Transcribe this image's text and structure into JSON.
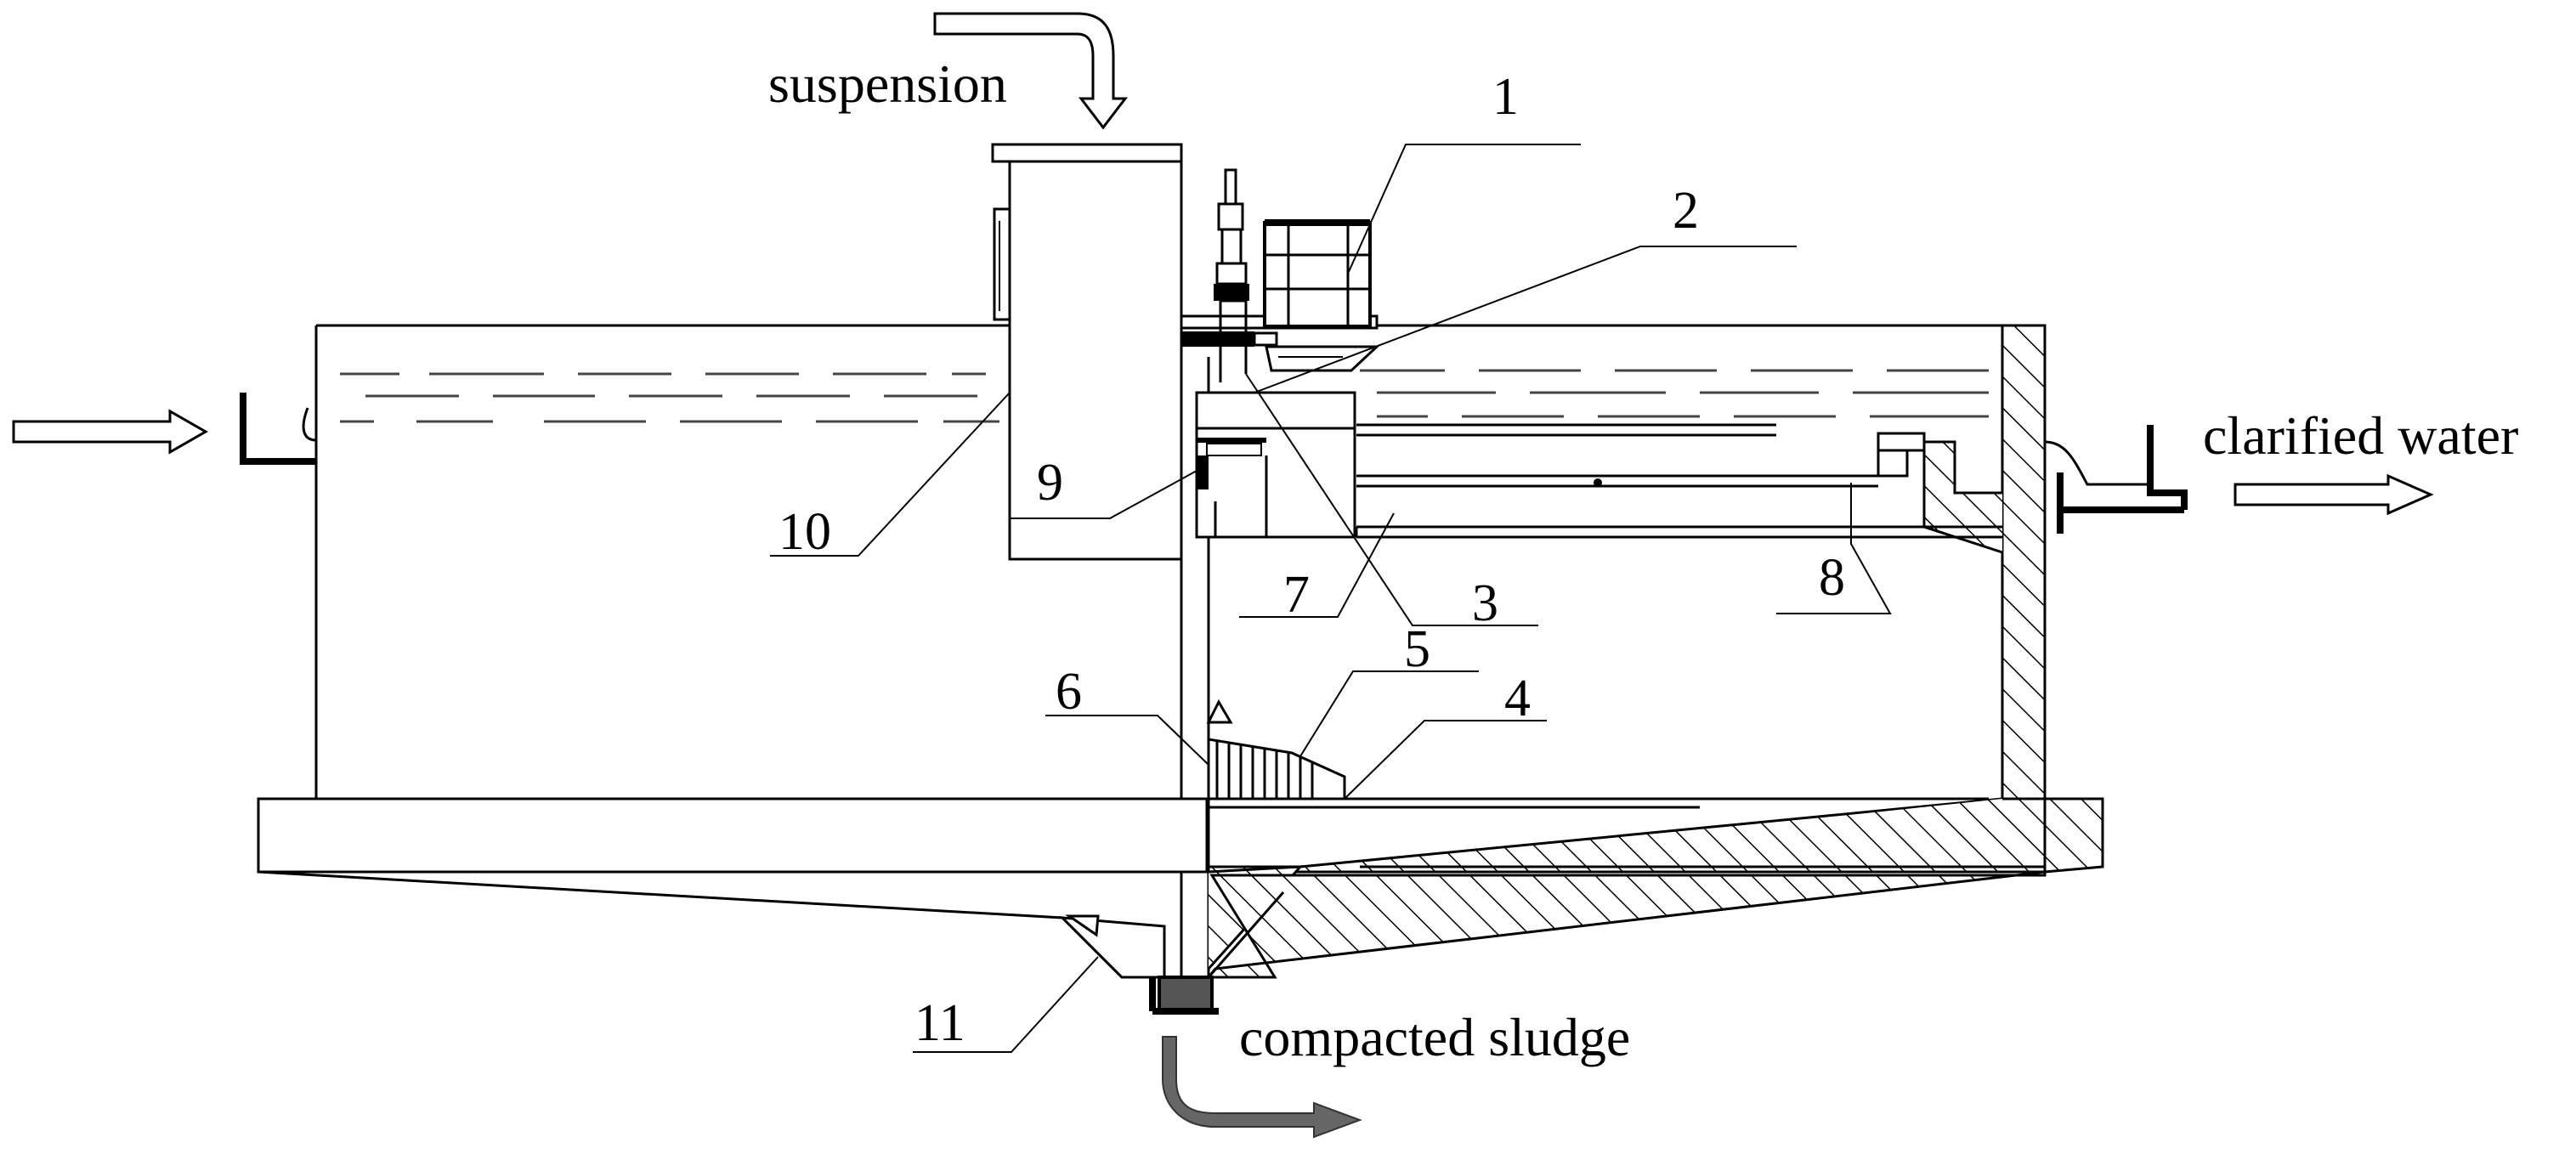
{
  "labels": {
    "suspension": "suspension",
    "clarified_water": "clarified water",
    "compacted_sludge": "compacted sludge"
  },
  "callouts": {
    "n1": "1",
    "n2": "2",
    "n3": "3",
    "n4": "4",
    "n5": "5",
    "n6": "6",
    "n7": "7",
    "n8": "8",
    "n9": "9",
    "n10": "10",
    "n11": "11"
  },
  "colors": {
    "line": "#000000",
    "water_line": "#444444",
    "sludge_arrow": "#666666",
    "background": "#ffffff"
  }
}
